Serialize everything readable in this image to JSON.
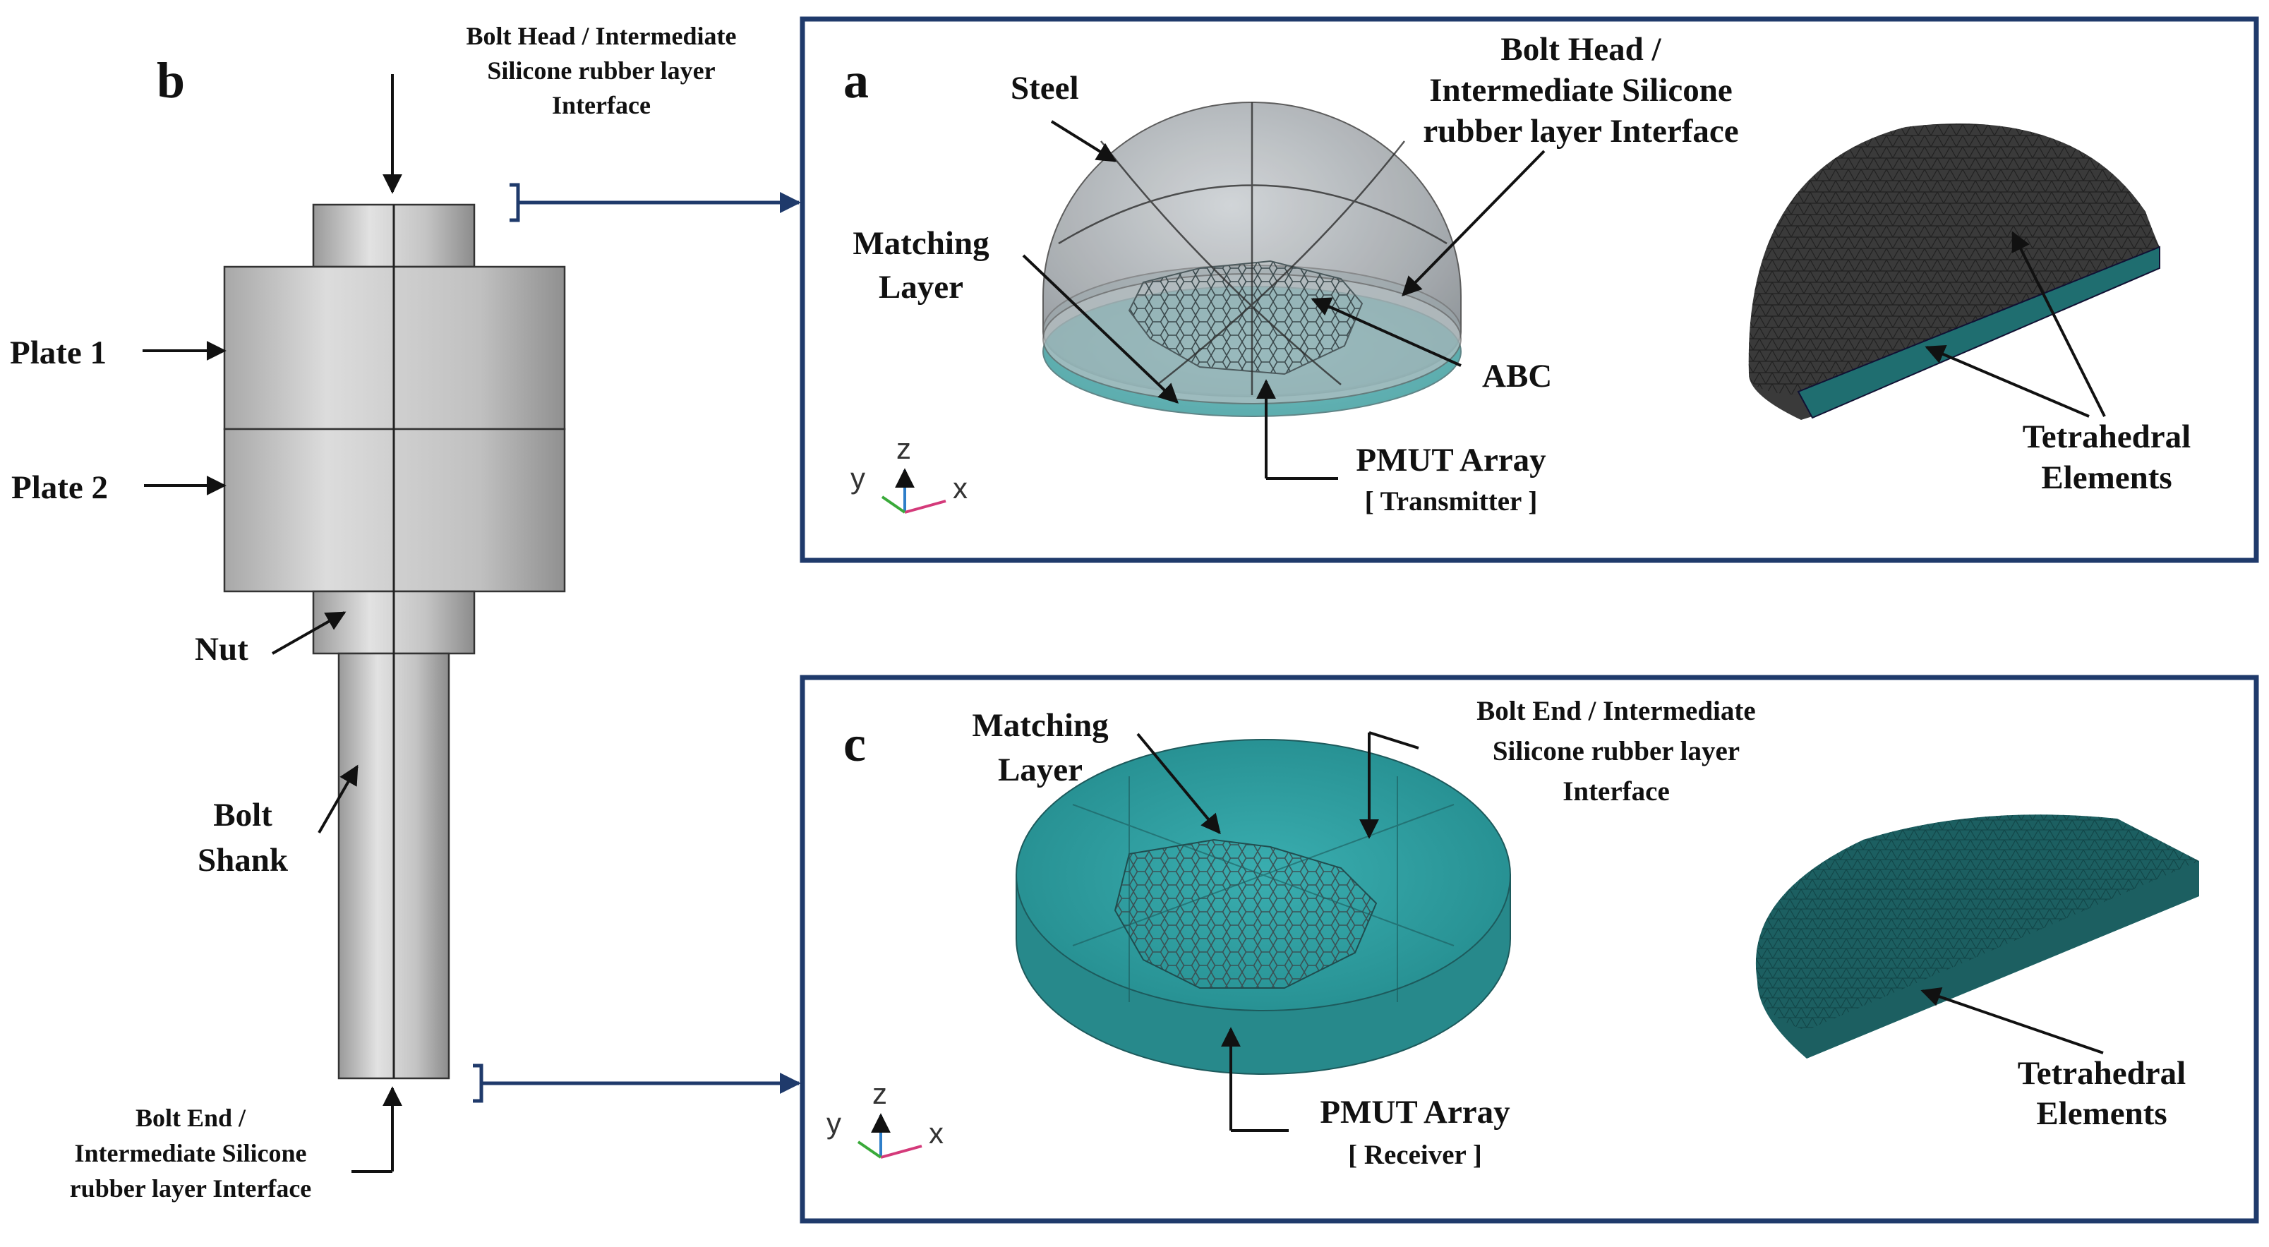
{
  "panels": {
    "b": {
      "letter": "b"
    },
    "a": {
      "letter": "a"
    },
    "c": {
      "letter": "c"
    }
  },
  "labels_b": {
    "top_interface": [
      "Bolt Head / Intermediate",
      "Silicone rubber layer",
      "Interface"
    ],
    "plate1": "Plate 1",
    "plate2": "Plate 2",
    "nut": "Nut",
    "bolt_shank": [
      "Bolt",
      "Shank"
    ],
    "bottom_interface": [
      "Bolt End /",
      "Intermediate Silicone",
      "rubber layer Interface"
    ]
  },
  "labels_a": {
    "steel": "Steel",
    "interface": [
      "Bolt Head /",
      "Intermediate Silicone",
      "rubber layer Interface"
    ],
    "matching_layer": [
      "Matching",
      "Layer"
    ],
    "abc": "ABC",
    "pmut": "PMUT Array",
    "pmut_role": "[ Transmitter ]",
    "tetra": [
      "Tetrahedral",
      "Elements"
    ]
  },
  "labels_c": {
    "matching_layer": [
      "Matching",
      "Layer"
    ],
    "interface": [
      "Bolt End / Intermediate",
      "Silicone rubber layer",
      "Interface"
    ],
    "pmut": "PMUT Array",
    "pmut_role": "[ Receiver ]",
    "tetra": [
      "Tetrahedral",
      "Elements"
    ]
  },
  "axes": {
    "x": "x",
    "y": "y",
    "z": "z"
  },
  "colors": {
    "frame": "#1f3a6b",
    "steel": "#b5b5b5",
    "teal": "#2a9a9c",
    "mesh_dark": "#3a3a3a"
  }
}
